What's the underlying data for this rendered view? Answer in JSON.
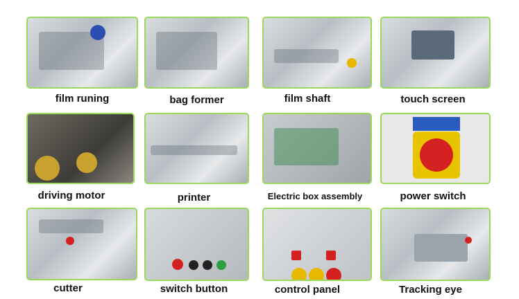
{
  "accent_border_color": "#9ad85a",
  "items": [
    {
      "caption": "film runing",
      "photo": "film-running-image"
    },
    {
      "caption": "bag former",
      "photo": "bag-former-image"
    },
    {
      "caption": "film shaft",
      "photo": "film-shaft-image"
    },
    {
      "caption": "touch screen",
      "photo": "touch-screen-image"
    },
    {
      "caption": "driving motor",
      "photo": "driving-motor-image"
    },
    {
      "caption": "printer",
      "photo": "printer-image"
    },
    {
      "caption": "Electric box assembly",
      "photo": "electric-box-image"
    },
    {
      "caption": "power switch",
      "photo": "power-switch-image"
    },
    {
      "caption": "cutter",
      "photo": "cutter-image"
    },
    {
      "caption": "switch button",
      "photo": "switch-button-image"
    },
    {
      "caption": "control panel",
      "photo": "control-panel-image"
    },
    {
      "caption": "Tracking eye",
      "photo": "tracking-eye-image"
    }
  ]
}
